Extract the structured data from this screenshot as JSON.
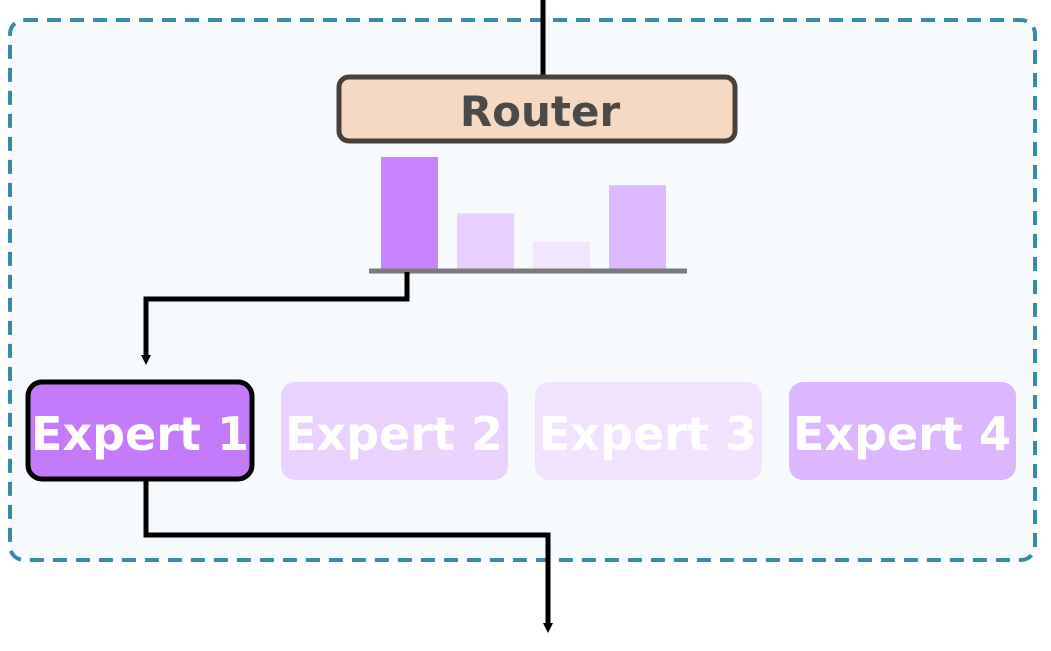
{
  "router": {
    "label": "Router",
    "fill": "#f5d9c2",
    "stroke": "#4a403b",
    "text_color": "#4a4a4a"
  },
  "container": {
    "fill": "#f7fafc",
    "border": "#3a8aa5"
  },
  "router_scores": {
    "values": [
      1.0,
      0.5,
      0.25,
      0.75
    ],
    "colors": [
      "#c884ff",
      "#e7d0ff",
      "#f1e5ff",
      "#dcb8ff"
    ],
    "selected_index": 0,
    "baseline_color": "#7a7a7a"
  },
  "experts": [
    {
      "label": "Expert 1",
      "fill": "#c37bfb",
      "selected": true
    },
    {
      "label": "Expert 2",
      "fill": "#e9d2ff",
      "selected": false
    },
    {
      "label": "Expert 3",
      "fill": "#f1e3ff",
      "selected": false
    },
    {
      "label": "Expert 4",
      "fill": "#dcb6ff",
      "selected": false
    }
  ],
  "expert_text_color": "#ffffff",
  "arrow_color": "#000000"
}
